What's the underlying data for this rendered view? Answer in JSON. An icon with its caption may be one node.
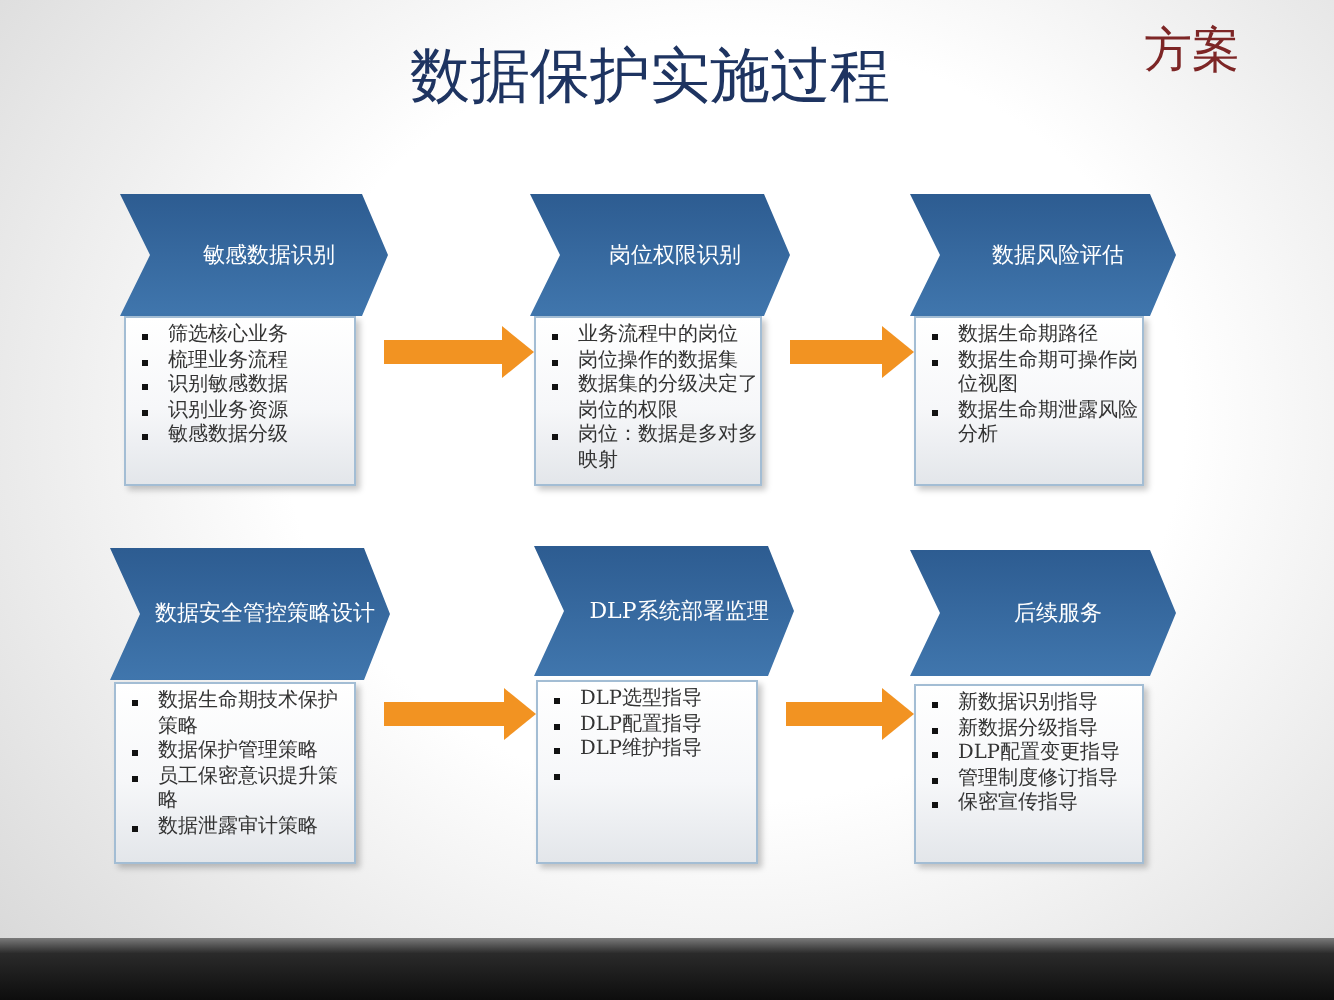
{
  "diagram": {
    "title": "数据保护实施过程",
    "nodes": [
      {
        "text": [
          "敏感数据识别"
        ]
      },
      {
        "text": [
          "筛选核心业务",
          "梳理业务流程",
          "识别敏感数据",
          "识别业务资源",
          "敏感数据分级"
        ]
      },
      {
        "text": [
          "岗位权限识别"
        ]
      },
      {
        "text": [
          "业务流程中的岗位",
          "岗位操作的数据集",
          "数据集的分级决定了岗位的权限",
          "岗位：数据是多对多映射"
        ]
      },
      {
        "text": [
          "数据风险评估"
        ]
      },
      {
        "text": [
          "数据生命期路径",
          "数据生命期可操作岗位视图",
          "数据生命期泄露风险分析"
        ]
      },
      {
        "text": [
          "数据安全管控策略设计"
        ]
      },
      {
        "text": [
          "数据生命期技术保护策略",
          "数据保护管理策略",
          "员工保密意识提升策略",
          "数据泄露审计策略"
        ]
      },
      {
        "text": [
          "DLP系统部署监理"
        ]
      },
      {
        "text": [
          "DLP选型指导",
          "DLP配置指导",
          "DLP维护指导"
        ]
      },
      {
        "text": [
          "后续服务"
        ]
      },
      {
        "text": [
          "新数据识别指导",
          "新数据分级指导",
          "DLP配置变更指导",
          "管理制度修订指导",
          "保密宣传指导"
        ]
      }
    ],
    "edges": [
      {
        "from": 1,
        "to": 3,
        "arrow": "to"
      },
      {
        "from": 3,
        "to": 5,
        "arrow": "to"
      },
      {
        "from": 7,
        "to": 9,
        "arrow": "to"
      },
      {
        "from": 9,
        "to": 11,
        "arrow": "to"
      }
    ],
    "labels": [
      "方案"
    ]
  }
}
